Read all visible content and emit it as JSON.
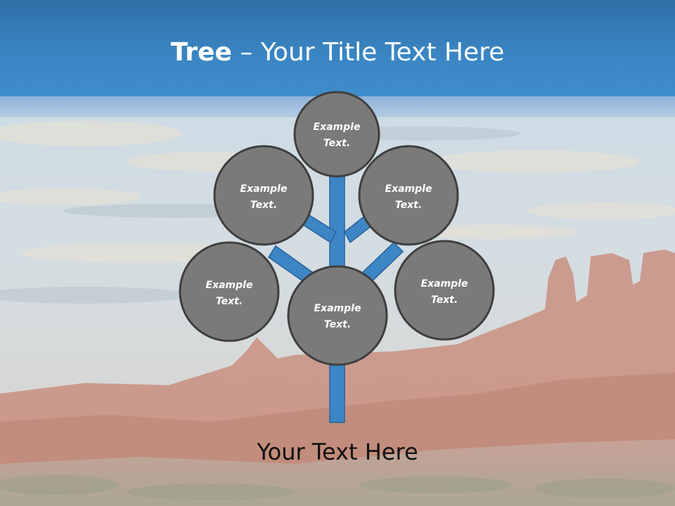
{
  "title": {
    "bold": "Tree",
    "rest": " – Your Title Text Here"
  },
  "nodes": [
    {
      "id": "top",
      "line1": "Example",
      "line2": "Text."
    },
    {
      "id": "upper-left",
      "line1": "Example",
      "line2": "Text."
    },
    {
      "id": "upper-right",
      "line1": "Example",
      "line2": "Text."
    },
    {
      "id": "lower-left",
      "line1": "Example",
      "line2": "Text."
    },
    {
      "id": "center",
      "line1": "Example",
      "line2": "Text."
    },
    {
      "id": "lower-right",
      "line1": "Example",
      "line2": "Text."
    }
  ],
  "caption": "Your Text Here",
  "colors": {
    "header": "#3a86c4",
    "branch": "#3d86c6",
    "node_fill": "#7a7a7a",
    "node_stroke": "#3f3f3f"
  }
}
